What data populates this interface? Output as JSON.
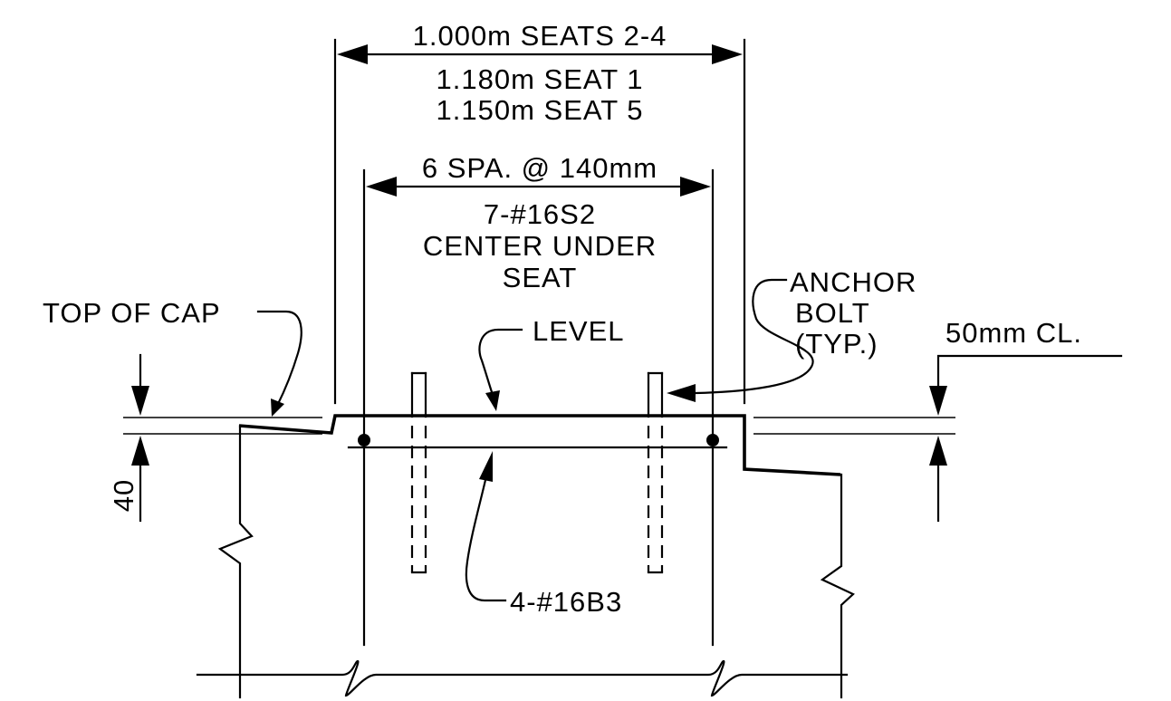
{
  "labels": {
    "dim_overall": "1.000m SEATS 2-4",
    "dim_seat1": "1.180m SEAT 1",
    "dim_seat5": "1.150m SEAT 5",
    "dim_spacing": "6 SPA. @ 140mm",
    "bars_s2_line1": "7-#16S2",
    "bars_s2_line2": "CENTER UNDER",
    "bars_s2_line3": "SEAT",
    "top_of_cap": "TOP OF CAP",
    "level": "LEVEL",
    "anchor_line1": "ANCHOR",
    "anchor_line2": "BOLT",
    "anchor_line3": "(TYP.)",
    "clear_cover": "50mm CL.",
    "dim_40": "40",
    "bars_b3": "4-#16B3"
  }
}
